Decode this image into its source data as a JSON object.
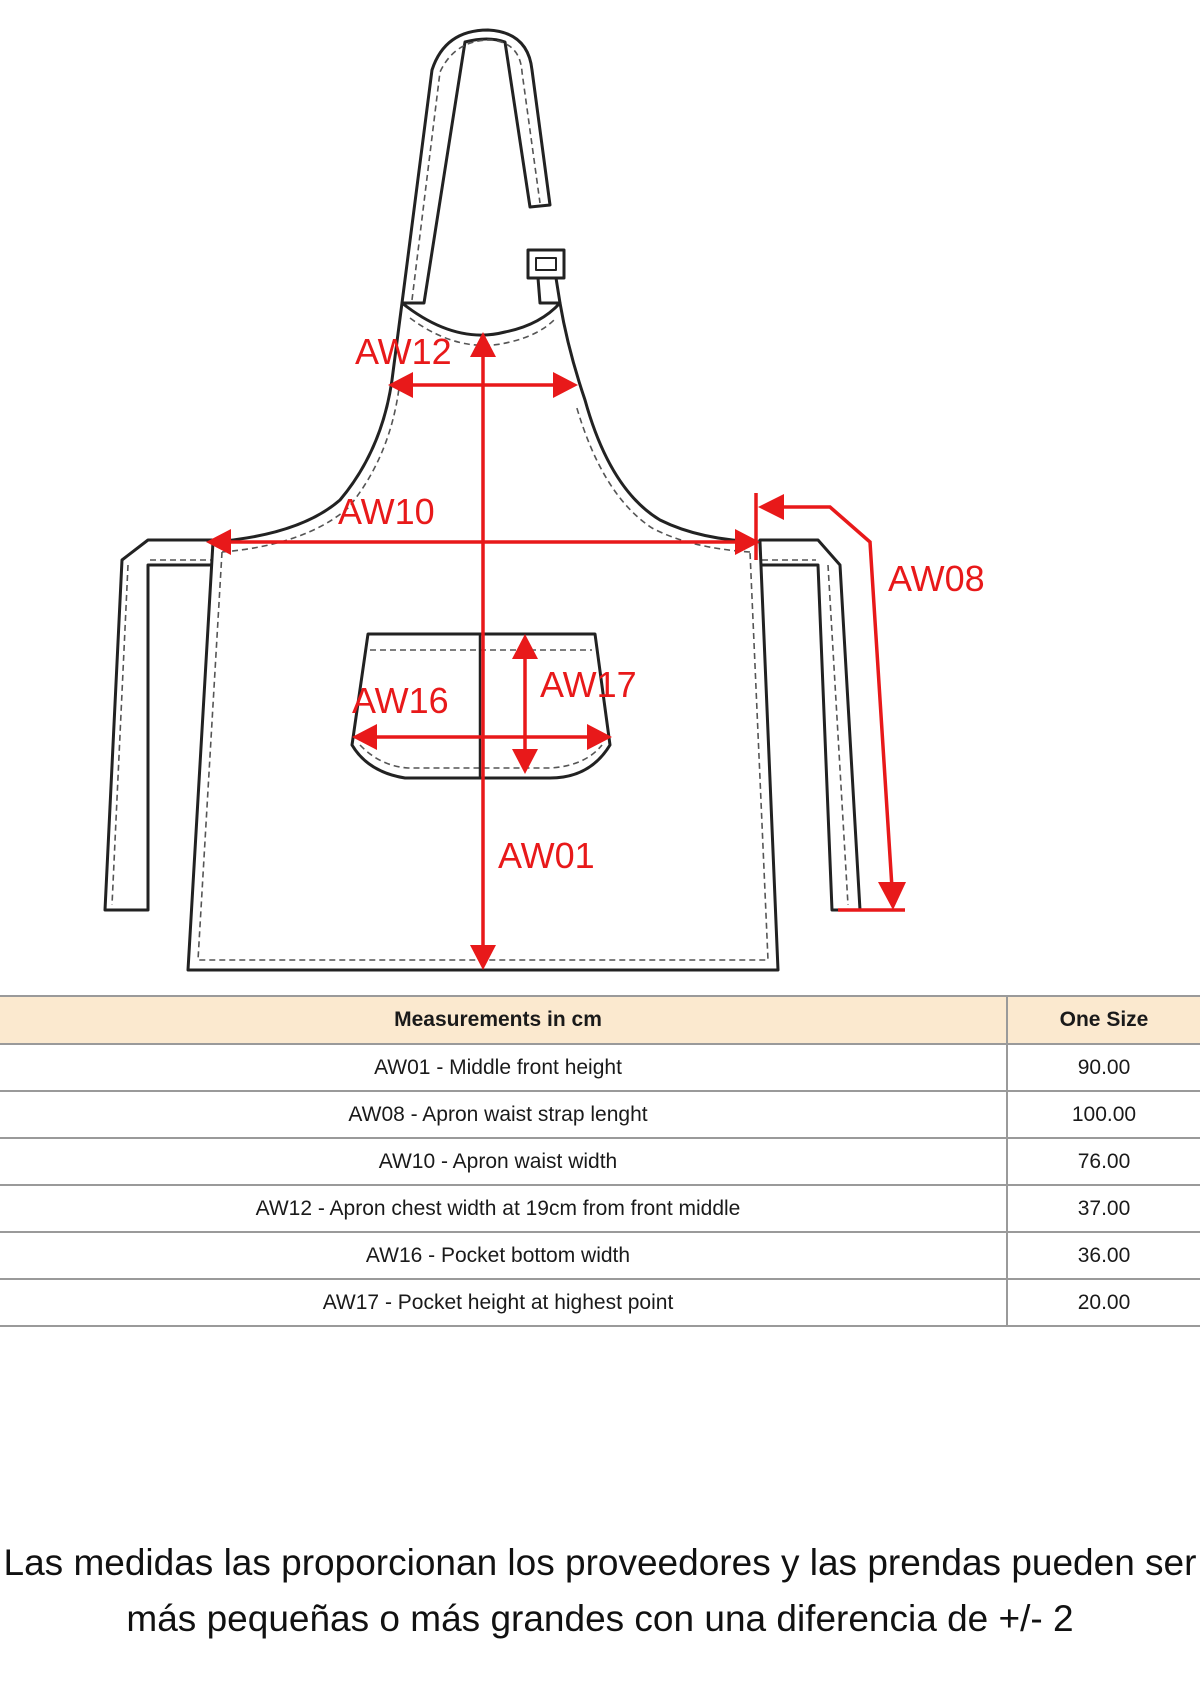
{
  "diagram": {
    "labels": {
      "aw12": "AW12",
      "aw10": "AW10",
      "aw08": "AW08",
      "aw17": "AW17",
      "aw16": "AW16",
      "aw01": "AW01"
    },
    "colors": {
      "annotation": "#e8191a",
      "outline": "#222222",
      "table_header_bg": "#fbe9cf"
    }
  },
  "table": {
    "headers": [
      "Measurements in cm",
      "One Size"
    ],
    "rows": [
      {
        "measurement": "AW01 - Middle front height",
        "value": "90.00"
      },
      {
        "measurement": "AW08 - Apron waist strap lenght",
        "value": "100.00"
      },
      {
        "measurement": "AW10 - Apron waist width",
        "value": "76.00"
      },
      {
        "measurement": "AW12 - Apron chest width at 19cm from front middle",
        "value": "37.00"
      },
      {
        "measurement": "AW16 - Pocket bottom width",
        "value": "36.00"
      },
      {
        "measurement": "AW17 - Pocket height at highest point",
        "value": "20.00"
      }
    ]
  },
  "note": "Las medidas las proporcionan los proveedores y las prendas pueden ser más pequeñas o más grandes con una diferencia de +/- 2"
}
